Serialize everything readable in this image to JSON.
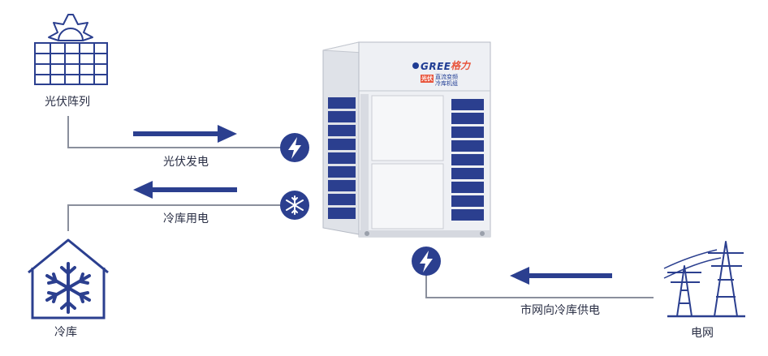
{
  "nodes": {
    "pv_array": "光伏阵列",
    "cold_storage": "冷库",
    "grid": "电网"
  },
  "flows": {
    "pv_generation": "光伏发电",
    "cold_storage_power": "冷库用电",
    "grid_supply": "市网向冷库供电"
  },
  "unit": {
    "brand": "GREE",
    "brand_mark": "格力",
    "badge": "光伏",
    "badge_text_1": "直流变频",
    "badge_text_2": "冷库机组"
  },
  "colors": {
    "accent": "#2b3f8f",
    "line": "#8a8f9c",
    "badge": "#e8553c",
    "unit_body": "#eef0f4"
  },
  "icons": [
    "sun-icon",
    "solar-panel-icon",
    "bolt-icon",
    "snowflake-icon",
    "house-snowflake-icon",
    "power-tower-icon",
    "arrow-right-icon",
    "arrow-left-icon"
  ]
}
